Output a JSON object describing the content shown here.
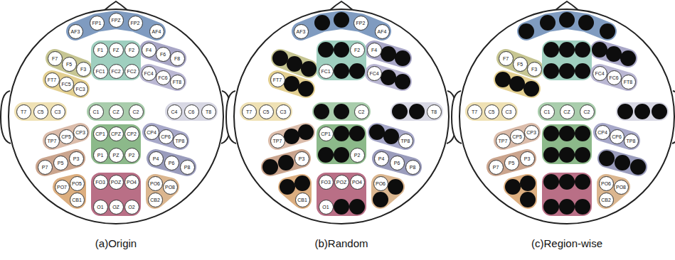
{
  "diagram": {
    "nodes": [
      {
        "text": [
          "FP1"
        ]
      },
      {
        "text": [
          "FPZ"
        ]
      },
      {
        "text": [
          "FP2"
        ]
      },
      {
        "text": [
          "AF3"
        ]
      },
      {
        "text": [
          "AF4"
        ]
      },
      {
        "text": [
          "F7"
        ]
      },
      {
        "text": [
          "F5"
        ]
      },
      {
        "text": [
          "F3"
        ]
      },
      {
        "text": [
          "F1"
        ]
      },
      {
        "text": [
          "FZ"
        ]
      },
      {
        "text": [
          "F2"
        ]
      },
      {
        "text": [
          "F4"
        ]
      },
      {
        "text": [
          "F6"
        ]
      },
      {
        "text": [
          "F8"
        ]
      },
      {
        "text": [
          "FT7"
        ]
      },
      {
        "text": [
          "FC5"
        ]
      },
      {
        "text": [
          "FC3"
        ]
      },
      {
        "text": [
          "FC1"
        ]
      },
      {
        "text": [
          "FC2"
        ]
      },
      {
        "text": [
          "FC2"
        ]
      },
      {
        "text": [
          "FC4"
        ]
      },
      {
        "text": [
          "FC6"
        ]
      },
      {
        "text": [
          "FT8"
        ]
      },
      {
        "text": [
          "T7"
        ]
      },
      {
        "text": [
          "C5"
        ]
      },
      {
        "text": [
          "C3"
        ]
      },
      {
        "text": [
          "C1"
        ]
      },
      {
        "text": [
          "CZ"
        ]
      },
      {
        "text": [
          "C2"
        ]
      },
      {
        "text": [
          "C4"
        ]
      },
      {
        "text": [
          "C6"
        ]
      },
      {
        "text": [
          "T8"
        ]
      },
      {
        "text": [
          "TP7"
        ]
      },
      {
        "text": [
          "CP5"
        ]
      },
      {
        "text": [
          "CP3"
        ]
      },
      {
        "text": [
          "CP1"
        ]
      },
      {
        "text": [
          "CPZ"
        ]
      },
      {
        "text": [
          "CP2"
        ]
      },
      {
        "text": [
          "CP4"
        ]
      },
      {
        "text": [
          "CP6"
        ]
      },
      {
        "text": [
          "TP8"
        ]
      },
      {
        "text": [
          "P7"
        ]
      },
      {
        "text": [
          "P5"
        ]
      },
      {
        "text": [
          "P3"
        ]
      },
      {
        "text": [
          "P1"
        ]
      },
      {
        "text": [
          "PZ"
        ]
      },
      {
        "text": [
          "P2"
        ]
      },
      {
        "text": [
          "P4"
        ]
      },
      {
        "text": [
          "P6"
        ]
      },
      {
        "text": [
          "P8"
        ]
      },
      {
        "text": [
          "PO7"
        ]
      },
      {
        "text": [
          "PO5"
        ]
      },
      {
        "text": [
          "FO3"
        ]
      },
      {
        "text": [
          "POZ"
        ]
      },
      {
        "text": [
          "PO4"
        ]
      },
      {
        "text": [
          "PO6"
        ]
      },
      {
        "text": [
          "PO8"
        ]
      },
      {
        "text": [
          "CB1"
        ]
      },
      {
        "text": [
          "O1"
        ]
      },
      {
        "text": [
          "OZ"
        ]
      },
      {
        "text": [
          "O2"
        ]
      },
      {
        "text": [
          "CB2"
        ]
      },
      {
        "text": [
          "FP2"
        ]
      },
      {
        "text": [
          "AF3"
        ]
      },
      {
        "text": [
          "AF4"
        ]
      },
      {
        "text": [
          "F2"
        ]
      },
      {
        "text": [
          "F4"
        ]
      },
      {
        "text": [
          "FT7"
        ]
      },
      {
        "text": [
          "FC1"
        ]
      },
      {
        "text": [
          "FC4"
        ]
      },
      {
        "text": [
          "T7"
        ]
      },
      {
        "text": [
          "C5"
        ]
      },
      {
        "text": [
          "C3"
        ]
      },
      {
        "text": [
          "C2"
        ]
      },
      {
        "text": [
          "T8"
        ]
      },
      {
        "text": [
          "TP7"
        ]
      },
      {
        "text": [
          "CP1"
        ]
      },
      {
        "text": [
          "TP8"
        ]
      },
      {
        "text": [
          "P3"
        ]
      },
      {
        "text": [
          "P2"
        ]
      },
      {
        "text": [
          "P4"
        ]
      },
      {
        "text": [
          "P6"
        ]
      },
      {
        "text": [
          "P8"
        ]
      },
      {
        "text": [
          "FO3"
        ]
      },
      {
        "text": [
          "POZ"
        ]
      },
      {
        "text": [
          "PO4"
        ]
      },
      {
        "text": [
          "PO6"
        ]
      },
      {
        "text": [
          "CB1"
        ]
      },
      {
        "text": [
          "O1"
        ]
      },
      {
        "text": [
          "F7"
        ]
      },
      {
        "text": [
          "F5"
        ]
      },
      {
        "text": [
          "F3"
        ]
      },
      {
        "text": [
          "FC4"
        ]
      },
      {
        "text": [
          "FC6"
        ]
      },
      {
        "text": [
          "FT8"
        ]
      },
      {
        "text": [
          "T7"
        ]
      },
      {
        "text": [
          "C5"
        ]
      },
      {
        "text": [
          "C3"
        ]
      },
      {
        "text": [
          "C1"
        ]
      },
      {
        "text": [
          "CZ"
        ]
      },
      {
        "text": [
          "C2"
        ]
      },
      {
        "text": [
          "TP7"
        ]
      },
      {
        "text": [
          "CP5"
        ]
      },
      {
        "text": [
          "CP3"
        ]
      },
      {
        "text": [
          "CP4"
        ]
      },
      {
        "text": [
          "CP6"
        ]
      },
      {
        "text": [
          "TP8"
        ]
      },
      {
        "text": [
          "P7"
        ]
      },
      {
        "text": [
          "P5"
        ]
      },
      {
        "text": [
          "P3"
        ]
      },
      {
        "text": [
          "PO6"
        ]
      },
      {
        "text": [
          "PO8"
        ]
      },
      {
        "text": [
          "CB2"
        ]
      }
    ],
    "labels": [
      "(a)Origin",
      "(b)Random",
      "(c)Region-wise"
    ]
  }
}
